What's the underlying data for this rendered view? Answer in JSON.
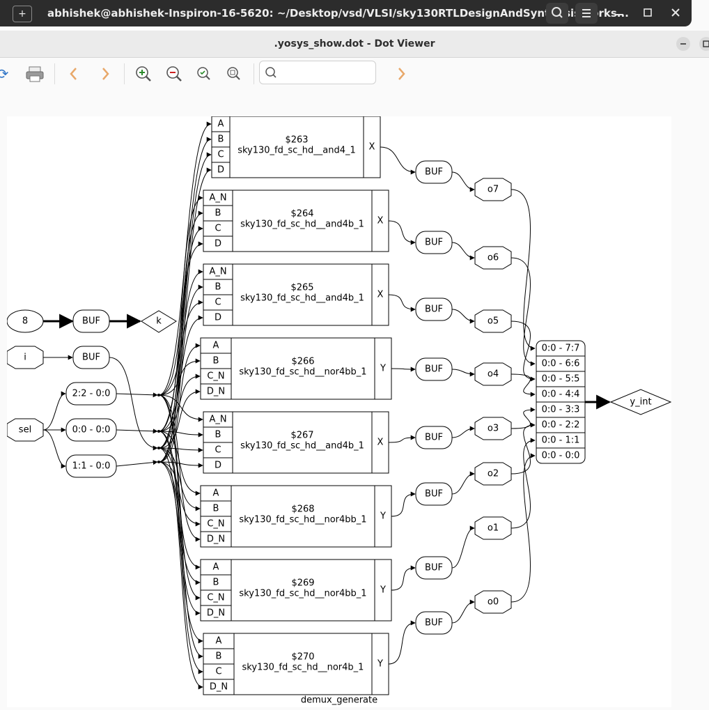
{
  "terminal": {
    "title": "abhishek@abhishek-Inspiron-16-5620: ~/Desktop/vsd/VLSI/sky130RTLDesignAndSynthesisWorks...",
    "icons": [
      "new-tab-icon",
      "search-icon",
      "hamburger-menu-icon",
      "minimize-icon",
      "maximize-icon",
      "close-icon"
    ]
  },
  "viewer": {
    "title": ".yosys_show.dot - Dot Viewer",
    "toolbar_icons": [
      "refresh-icon",
      "print-icon",
      "back-icon",
      "forward-icon",
      "zoom-in-icon",
      "zoom-out-icon",
      "zoom-fit-icon",
      "zoom-100-icon",
      "find-next-icon"
    ],
    "search_placeholder": ""
  },
  "graph": {
    "module_label": "demux_generate",
    "inputs": {
      "const": "8",
      "i": "i",
      "sel": "sel"
    },
    "k": "k",
    "y_int": "y_int",
    "slices": [
      "2:2 - 0:0",
      "0:0 - 0:0",
      "1:1 - 0:0"
    ],
    "buf": "BUF",
    "cells": [
      {
        "id": "$263",
        "type": "sky130_fd_sc_hd__and4_1",
        "pins": [
          "A",
          "B",
          "C",
          "D"
        ],
        "out": "X"
      },
      {
        "id": "$264",
        "type": "sky130_fd_sc_hd__and4b_1",
        "pins": [
          "A_N",
          "B",
          "C",
          "D"
        ],
        "out": "X"
      },
      {
        "id": "$265",
        "type": "sky130_fd_sc_hd__and4b_1",
        "pins": [
          "A_N",
          "B",
          "C",
          "D"
        ],
        "out": "X"
      },
      {
        "id": "$266",
        "type": "sky130_fd_sc_hd__nor4bb_1",
        "pins": [
          "A",
          "B",
          "C_N",
          "D_N"
        ],
        "out": "Y"
      },
      {
        "id": "$267",
        "type": "sky130_fd_sc_hd__and4b_1",
        "pins": [
          "A_N",
          "B",
          "C",
          "D"
        ],
        "out": "X"
      },
      {
        "id": "$268",
        "type": "sky130_fd_sc_hd__nor4bb_1",
        "pins": [
          "A",
          "B",
          "C_N",
          "D_N"
        ],
        "out": "Y"
      },
      {
        "id": "$269",
        "type": "sky130_fd_sc_hd__nor4bb_1",
        "pins": [
          "A",
          "B",
          "C_N",
          "D_N"
        ],
        "out": "Y"
      },
      {
        "id": "$270",
        "type": "sky130_fd_sc_hd__nor4b_1",
        "pins": [
          "A",
          "B",
          "C",
          "D_N"
        ],
        "out": "Y"
      }
    ],
    "outputs": [
      "o7",
      "o6",
      "o5",
      "o4",
      "o3",
      "o2",
      "o1",
      "o0"
    ],
    "concat": [
      "0:0 - 7:7",
      "0:0 - 6:6",
      "0:0 - 5:5",
      "0:0 - 4:4",
      "0:0 - 3:3",
      "0:0 - 2:2",
      "0:0 - 1:1",
      "0:0 - 0:0"
    ]
  }
}
